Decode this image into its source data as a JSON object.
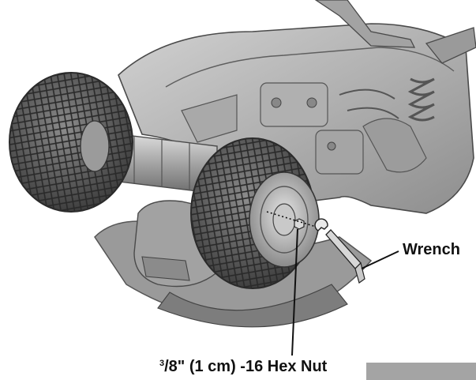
{
  "labels": {
    "wrench": "Wrench",
    "nut_sup": "3",
    "nut_rest": "/8\" (1 cm) -16 Hex Nut"
  },
  "icons": {
    "vehicle": "ride-on-atv-underside-icon",
    "wrench": "wrench-icon",
    "nut": "hex-nut-icon"
  },
  "colors": {
    "body": "#b8b8b8",
    "tire": "#6f6f6f",
    "line": "#111111",
    "tab": "#a4a4a4"
  }
}
